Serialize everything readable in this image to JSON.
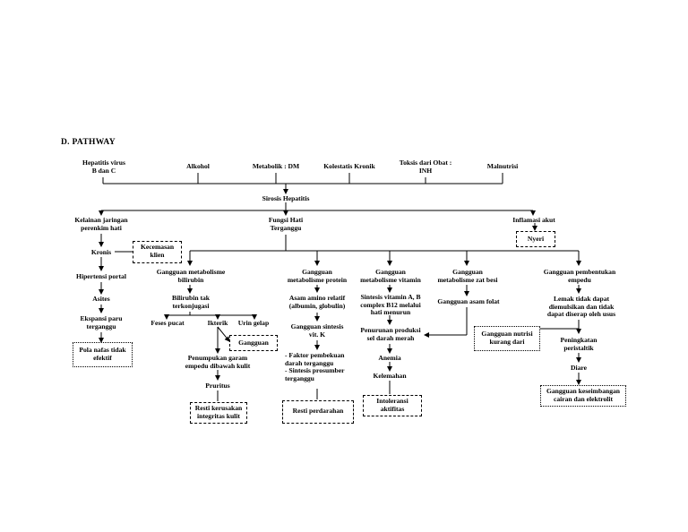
{
  "heading": "D.  PATHWAY",
  "causes": {
    "hepatitis": "Hepatitis virus\nB dan C",
    "alkohol": "Alkohol",
    "metabolik": "Metabolik : DM",
    "kolestatis": "Kolestatis  Kronik",
    "toksis": "Toksis dari Obat :\nINH",
    "malnutrisi": "Malnutrisi"
  },
  "sirosis": "Sirosis Hepatitis",
  "left": {
    "kelainan": "Kelainan jaringan\nperenkim hati",
    "kronis": "Kronis",
    "kecemasan": "Kecemasan\nklien",
    "hipertensi": "Hipertensi portal",
    "asites": "Asites",
    "ekspansi": "Ekspansi paru\nterganggu",
    "pola": "Pola nafas tidak\nefektif"
  },
  "fungsi": "Fungsi Hati\nTerganggu",
  "right": {
    "inflamasi": "Inflamasi akut",
    "nyeri": "Nyeri"
  },
  "bilirubin": {
    "title": "Gangguan metabolisme\nbilirubin",
    "tak": "Bilirubin tak\nterkonjugasi",
    "feses": "Feses pucat",
    "ikterik": "Ikterik",
    "urin": "Urin gelap",
    "gangguan": "Gangguan",
    "penumpukan": "Penumpukan garam\nempedu dibawah kulit",
    "pruritus": "Pruritus",
    "resti": "Resti kerusakan\nintegritas kulit"
  },
  "protein": {
    "title": "Gangguan\nmetabolisme protein",
    "asam": "Asam amino relatif\n(albumin, globulin)",
    "sintesis": "Gangguan sintesis\nvit. K",
    "faktor": "-  Faktor pembekuan\n    darah terganggu\n-  Sintesis prosumber\n    terganggu",
    "resti": "Resti perdarahan"
  },
  "vitamin": {
    "title": "Gangguan\nmetabolisme vitamin",
    "sintesis": "Sintesis vitamin A, B\ncomplex B12 melalui\nhati menurun",
    "penurunan": "Penurunan produksi\nsel darah merah",
    "anemia": "Anemia",
    "kelemahan": "Kelemahan",
    "intoleransi": "Intoleransi\naktifitas"
  },
  "besi": {
    "title": "Gangguan\nmetabolisme zat besi",
    "folat": "Gangguan asam folat"
  },
  "empedu": {
    "title": "Gangguan pembentukan\nempedu",
    "lemak": "Lemak tidak dapat\ndiemulsikan dan tidak\ndapat diserap oleh usus",
    "nutrisi": "Gangguan nutrisi\nkurang dari",
    "peningkatan": "Peningkatan\nperistaltik",
    "diare": "Diare",
    "keseimbangan": "Gangguan keseimbangan\ncairan dan elektrolit"
  }
}
